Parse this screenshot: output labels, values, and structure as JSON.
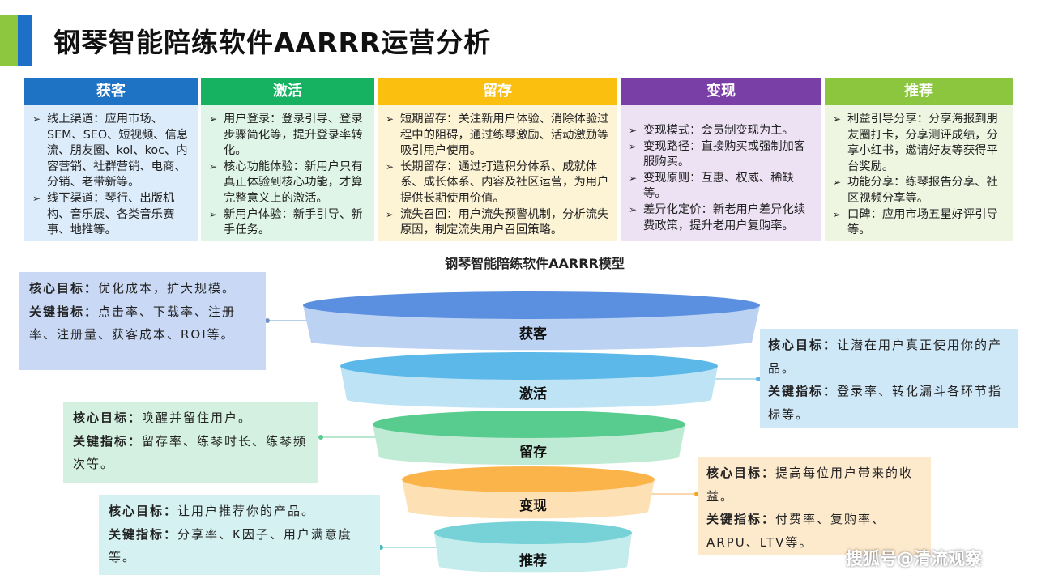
{
  "page": {
    "title": "钢琴智能陪练软件AARRR运营分析",
    "model_title": "钢琴智能陪练软件AARRR模型",
    "watermark": "搜狐号@清流观察"
  },
  "stages": [
    {
      "name": "获客",
      "items": [
        "线上渠道：应用市场、SEM、SEO、短视频、信息流、朋友圈、kol、koc、内容营销、社群营销、电商、分销、老带新等。",
        "线下渠道：琴行、出版机构、音乐展、各类音乐赛事、地推等。"
      ]
    },
    {
      "name": "激活",
      "items": [
        "用户登录：登录引导、登录步骤简化等，提升登录率转化。",
        "核心功能体验：新用户只有真正体验到核心功能，才算完整意义上的激活。",
        "新用户体验：新手引导、新手任务。"
      ]
    },
    {
      "name": "留存",
      "items": [
        "短期留存：关注新用户体验、消除体验过程中的阻碍，通过练琴激励、活动激励等吸引用户使用。",
        "长期留存：通过打造积分体系、成就体系、成长体系、内容及社区运营，为用户提供长期使用价值。",
        "流失召回：用户流失预警机制，分析流失原因，制定流失用户召回策略。"
      ]
    },
    {
      "name": "变现",
      "items": [
        "变现模式：会员制变现为主。",
        "变现路径：直接购买或强制加客服购买。",
        "变现原则：互惠、权威、稀缺等。",
        "差异化定价：新老用户差异化续费政策，提升老用户复购率。"
      ]
    },
    {
      "name": "推荐",
      "items": [
        "利益引导分享：分享海报到朋友圈打卡，分享测评成绩，分享小红书，邀请好友等获得平台奖励。",
        "功能分享：练琴报告分享、社区视频分享等。",
        "口碑：应用市场五星好评引导等。"
      ]
    }
  ],
  "funnel": [
    {
      "label": "获客",
      "color_top": "#5b8fe0",
      "color_body": "#bcd2f3"
    },
    {
      "label": "激活",
      "color_top": "#5bb8e8",
      "color_body": "#bde3f5"
    },
    {
      "label": "留存",
      "color_top": "#57cc8e",
      "color_body": "#bfead3"
    },
    {
      "label": "变现",
      "color_top": "#fbb44a",
      "color_body": "#fde0b4"
    },
    {
      "label": "推荐",
      "color_top": "#76d2d6",
      "color_body": "#c5eced"
    }
  ],
  "goals": [
    {
      "goal_label": "核心目标：",
      "goal": "优化成本，扩大规模。",
      "metric_label": "关键指标：",
      "metrics": "点击率、下载率、注册率、注册量、获客成本、ROI等。"
    },
    {
      "goal_label": "核心目标：",
      "goal": "让潜在用户真正使用你的产品。",
      "metric_label": "关键指标：",
      "metrics": "登录率、转化漏斗各环节指标等。"
    },
    {
      "goal_label": "核心目标：",
      "goal": "唤醒并留住用户。",
      "metric_label": "关键指标：",
      "metrics": "留存率、练琴时长、练琴频次等。"
    },
    {
      "goal_label": "核心目标：",
      "goal": "提高每位用户带来的收益。",
      "metric_label": "关键指标：",
      "metrics": "付费率、复购率、ARPU、LTV等。"
    },
    {
      "goal_label": "核心目标：",
      "goal": "让用户推荐你的产品。",
      "metric_label": "关键指标：",
      "metrics": "分享率、K因子、用户满意度等。"
    }
  ]
}
